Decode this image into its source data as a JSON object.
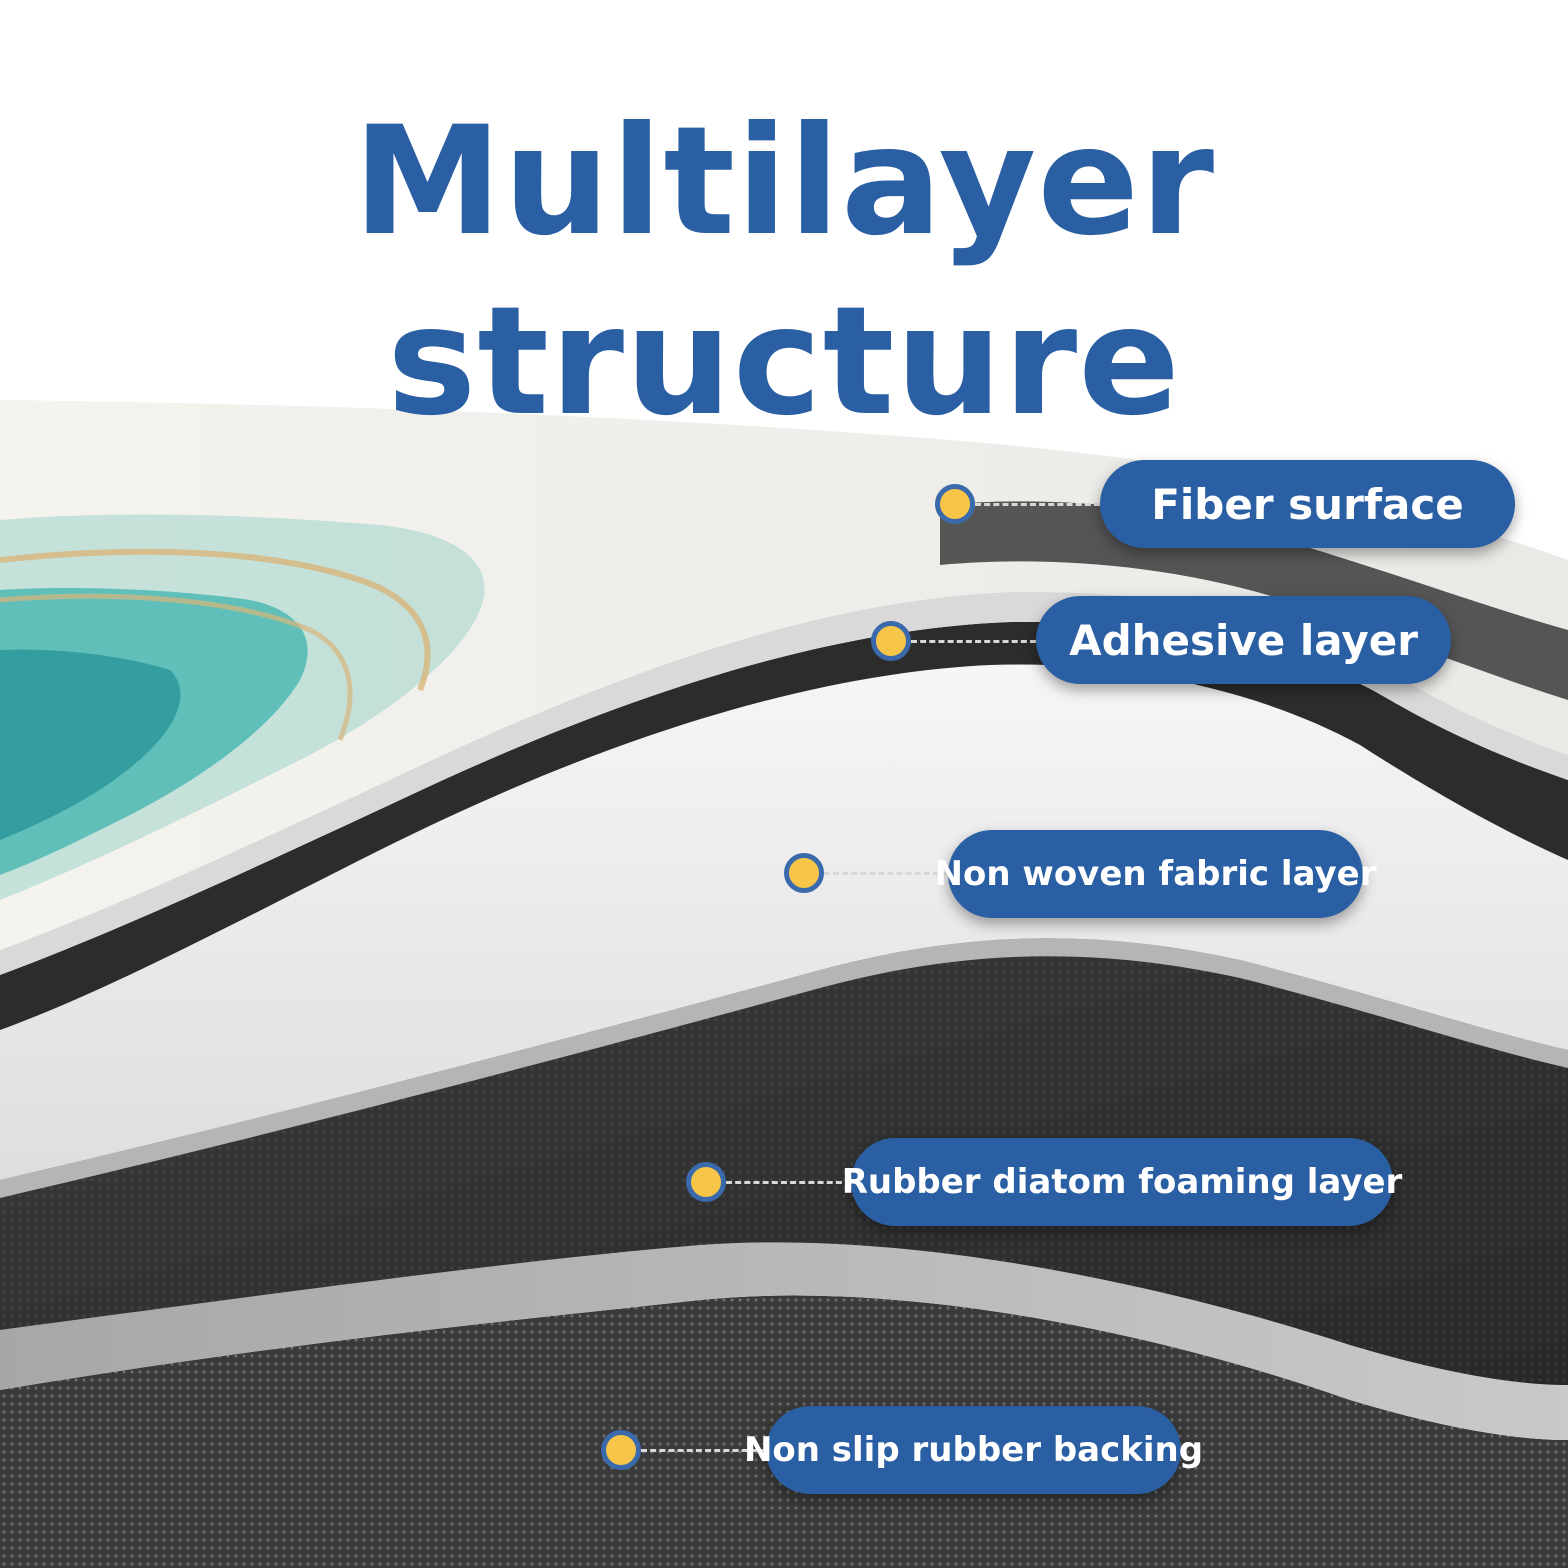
{
  "title": "Multilayer structure",
  "colors": {
    "title": "#2a5fa3",
    "pill": "#2a5fa3",
    "dot_fill": "#f7c548",
    "dot_ring": "#3a6aab",
    "dark_layer": "#2b2b2b",
    "light_layer": "#ececec",
    "gray_layer": "#9a9a9a",
    "print_teal": "#3fb3ad"
  },
  "layers": [
    {
      "label": "Fiber surface"
    },
    {
      "label": "Adhesive layer"
    },
    {
      "label": "Non woven fabric layer"
    },
    {
      "label": "Rubber diatom foaming layer"
    },
    {
      "label": "Non slip rubber backing"
    }
  ]
}
